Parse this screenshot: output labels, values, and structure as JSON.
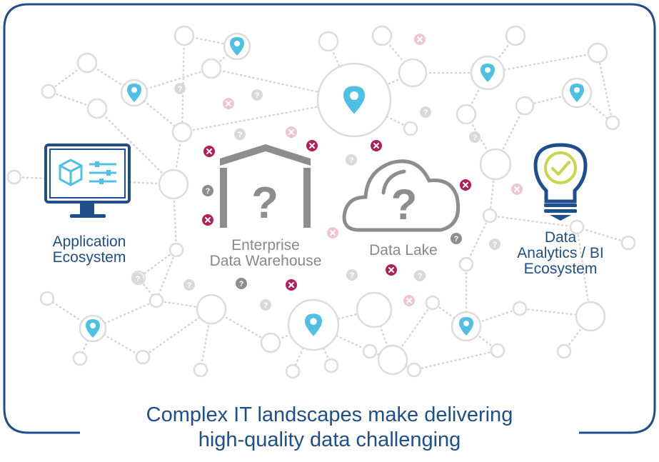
{
  "colors": {
    "frame": "#1e4e8c",
    "navy": "#1e4e8c",
    "gray_text": "#888888",
    "network_line": "#d4d4d4",
    "node_stroke": "#dcdcdc",
    "pin": "#4ec0e3",
    "error_dark": "#b0205a",
    "error_light": "#efc5d3",
    "question_dark": "#8d8d8d",
    "question_light": "#d9d9d9",
    "check": "#c8d64a",
    "building": "#8d8d8d"
  },
  "icons": {
    "application": "monitor-cube-sliders-icon",
    "warehouse": "warehouse-question-icon",
    "lake": "cloud-question-icon",
    "bi": "lightbulb-check-icon",
    "pins": "location-pin-icon",
    "errors": "error-x-icon",
    "unknowns": "question-mark-icon"
  },
  "labels": {
    "application": [
      "Application",
      "Ecosystem"
    ],
    "warehouse": [
      "Enterprise",
      "Data Warehouse"
    ],
    "lake": [
      "Data Lake"
    ],
    "bi": [
      "Data",
      "Analytics / BI",
      "Ecosystem"
    ]
  },
  "caption": [
    "Complex IT landscapes make delivering",
    "high-quality data challenging"
  ],
  "glyphs": {
    "question": "?"
  }
}
